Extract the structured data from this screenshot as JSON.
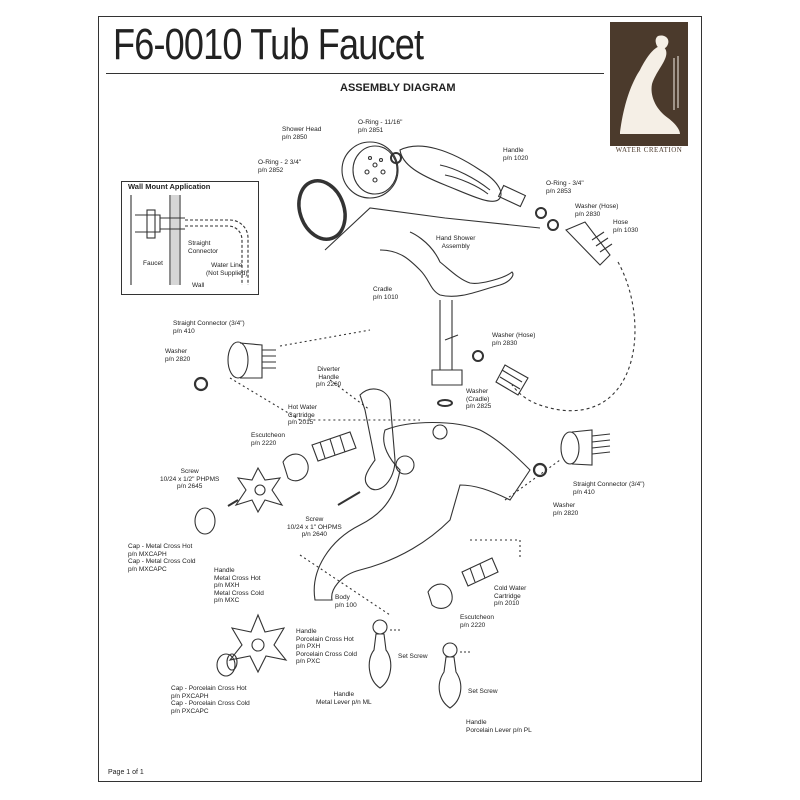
{
  "header": {
    "title": "F6-0010 Tub Faucet",
    "subtitle": "ASSEMBLY DIAGRAM",
    "logo_text": "WATER CREATION"
  },
  "inset": {
    "title": "Wall Mount Application",
    "labels": [
      "Faucet",
      "Straight\nConnector",
      "Water Line\n(Not Supplied)",
      "Wall"
    ]
  },
  "parts": {
    "shower_head": "Shower Head\np/n 2850",
    "oring_1116": "O-Ring - 11/16\"\np/n 2851",
    "handle_1020": "Handle\np/n 1020",
    "oring_234": "O-Ring - 2 3/4\"\np/n 2852",
    "oring_34": "O-Ring - 3/4\"\np/n 2853",
    "washer_hose_top": "Washer (Hose)\np/n 2830",
    "hose": "Hose\np/n 1030",
    "hand_shower": "Hand Shower\nAssembly",
    "cradle": "Cradle\np/n 1010",
    "straight_conn_left": "Straight Connector (3/4\")\np/n 410",
    "washer_left": "Washer\np/n 2820",
    "washer_hose_mid": "Washer (Hose)\np/n 2830",
    "diverter": "Diverter\nHandle\np/n 2260",
    "washer_cradle": "Washer\n(Cradle)\np/n 2825",
    "hot_cartridge": "Hot Water\nCartridge\np/n 2015",
    "escutcheon_upper": "Escutcheon\np/n 2220",
    "screw_phpms": "Screw\n10/24 x 1/2\" PHPMS\np/n 2645",
    "straight_conn_right": "Straight Connector (3/4\")\np/n 410",
    "washer_right": "Washer\np/n 2820",
    "screw_ohpms": "Screw\n10/24 x 1\" OHPMS\np/n 2640",
    "cap_metal": "Cap - Metal Cross Hot\np/n MXCAPH\nCap - Metal Cross Cold\np/n MXCAPC",
    "handle_metal_cross": "Handle\nMetal Cross Hot\np/n MXH\nMetal Cross Cold\np/n MXC",
    "body": "Body\np/n 100",
    "cold_cartridge": "Cold Water\nCartridge\np/n 2010",
    "escutcheon_lower": "Escutcheon\np/n 2220",
    "handle_porcelain_cross": "Handle\nPorcelain Cross Hot\np/n PXH\nPorcelain Cross Cold\np/n PXC",
    "set_screw_1": "Set Screw",
    "set_screw_2": "Set Screw",
    "cap_porcelain": "Cap - Porcelain Cross Hot\np/n PXCAPH\nCap - Porcelain Cross Cold\np/n PXCAPC",
    "handle_metal_lever": "Handle\nMetal Lever p/n ML",
    "handle_porcelain_lever": "Handle\nPorcelain Lever p/n PL"
  },
  "footer": {
    "page": "Page 1 of 1"
  }
}
